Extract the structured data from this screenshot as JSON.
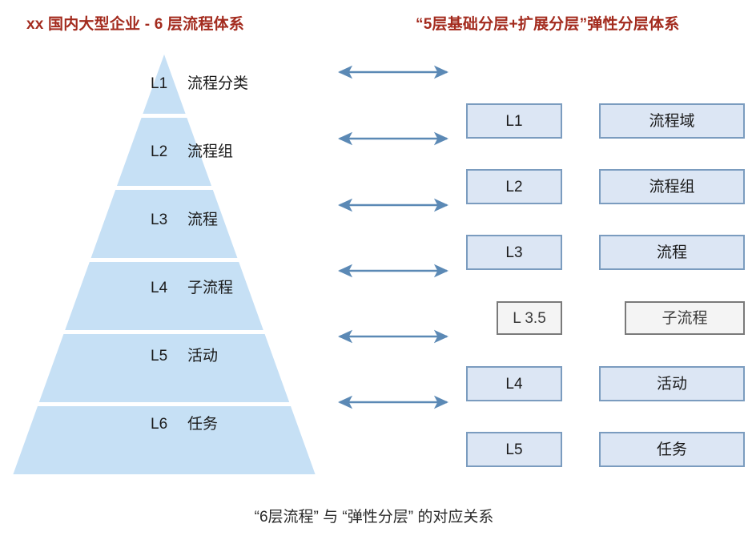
{
  "titles": {
    "left": "xx 国内大型企业 - 6 层流程体系",
    "right": "“5层基础分层+扩展分层”弹性分层体系",
    "color": "#A32B1E"
  },
  "caption": "“6层流程” 与 “弹性分层” 的对应关系",
  "colors": {
    "pyramid_fill": "#C6E0F5",
    "pyramid_gap": "#FFFFFF",
    "arrow": "#5B89B5",
    "box_fill": "#DCE6F4",
    "box_border": "#7B9CBF",
    "ext_box_fill": "#F4F4F4",
    "ext_box_border": "#7A7A7A",
    "title_red": "#A32B1E",
    "text": "#1b1b1b"
  },
  "pyramid": {
    "name": "6层流程体系",
    "levels": [
      {
        "level": "L1",
        "name": "流程分类"
      },
      {
        "level": "L2",
        "name": "流程组"
      },
      {
        "level": "L3",
        "name": "流程"
      },
      {
        "level": "L4",
        "name": "子流程"
      },
      {
        "level": "L5",
        "name": "活动"
      },
      {
        "level": "L6",
        "name": "任务"
      }
    ]
  },
  "arrows": {
    "count": 6,
    "kind": "double-headed-arrow",
    "label": "对应关系"
  },
  "mapping": {
    "name": "弹性分层体系",
    "rows": [
      {
        "code": "L1",
        "name": "流程域",
        "style": "base"
      },
      {
        "code": "L2",
        "name": "流程组",
        "style": "base"
      },
      {
        "code": "L3",
        "name": "流程",
        "style": "base"
      },
      {
        "code": "L 3.5",
        "name": "子流程",
        "style": "extension"
      },
      {
        "code": "L4",
        "name": "活动",
        "style": "base"
      },
      {
        "code": "L5",
        "name": "任务",
        "style": "base"
      }
    ]
  }
}
